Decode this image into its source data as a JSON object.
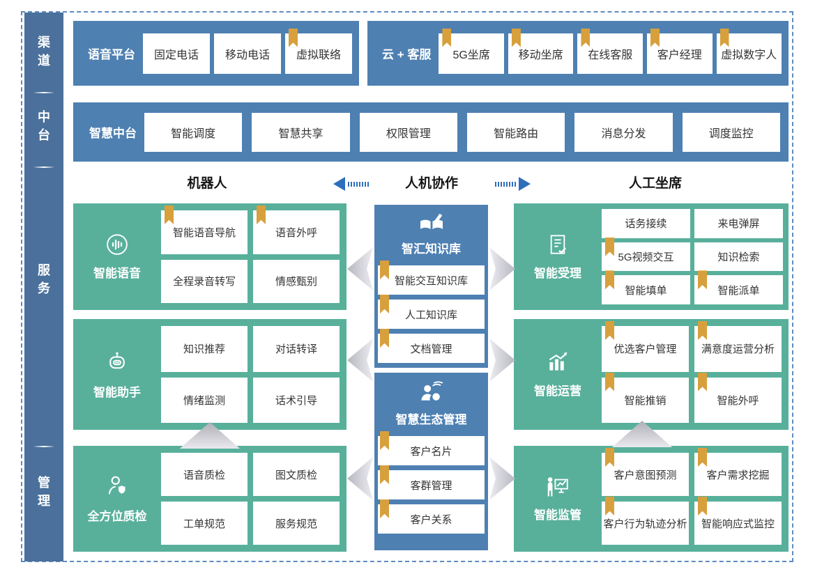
{
  "colors": {
    "row_blue": "#4e80b2",
    "sidebar_blue": "#4a709b",
    "green": "#58b09b",
    "bookmark_gold": "#d7a03c",
    "arrow_blue": "#2e6ebb",
    "frame_dash_blue": "#5d8bc0"
  },
  "sidebar": {
    "labels": [
      "渠道",
      "中台",
      "服务",
      "管理"
    ]
  },
  "channel_row": {
    "voice_platform": {
      "label": "语音平台",
      "items": [
        {
          "text": "固定电话",
          "bookmark": false
        },
        {
          "text": "移动电话",
          "bookmark": false
        },
        {
          "text": "虚拟联络",
          "bookmark": true
        }
      ]
    },
    "cloud_service": {
      "label": "云 + 客服",
      "items": [
        {
          "text": "5G坐席",
          "bookmark": true
        },
        {
          "text": "移动坐席",
          "bookmark": true
        },
        {
          "text": "在线客服",
          "bookmark": true
        },
        {
          "text": "客户经理",
          "bookmark": true
        },
        {
          "text": "虚拟数字人",
          "bookmark": true
        }
      ]
    }
  },
  "midplatform_row": {
    "label": "智慧中台",
    "items": [
      {
        "text": "智能调度"
      },
      {
        "text": "智慧共享"
      },
      {
        "text": "权限管理"
      },
      {
        "text": "智能路由"
      },
      {
        "text": "消息分发"
      },
      {
        "text": "调度监控"
      }
    ]
  },
  "collab_header": {
    "left": "机器人",
    "center": "人机协作",
    "right": "人工坐席"
  },
  "service_blocks": {
    "left": [
      {
        "label": "智能语音",
        "icon": "voice-wave-icon",
        "items": [
          {
            "text": "智能语音导航",
            "bookmark": true
          },
          {
            "text": "语音外呼",
            "bookmark": true
          },
          {
            "text": "全程录音转写",
            "bookmark": false
          },
          {
            "text": "情感甄别",
            "bookmark": false
          }
        ]
      },
      {
        "label": "智能助手",
        "icon": "robot-icon",
        "items": [
          {
            "text": "知识推荐",
            "bookmark": false
          },
          {
            "text": "对话转译",
            "bookmark": false
          },
          {
            "text": "情绪监测",
            "bookmark": false
          },
          {
            "text": "话术引导",
            "bookmark": false
          }
        ]
      },
      {
        "label": "全方位质检",
        "icon": "quality-inspector-icon",
        "items": [
          {
            "text": "语音质检",
            "bookmark": false
          },
          {
            "text": "图文质检",
            "bookmark": false
          },
          {
            "text": "工单规范",
            "bookmark": false
          },
          {
            "text": "服务规范",
            "bookmark": false
          }
        ]
      }
    ],
    "middle": [
      {
        "label": "智汇知识库",
        "icon": "knowledge-base-icon",
        "items": [
          {
            "text": "智能交互知识库",
            "bookmark": true
          },
          {
            "text": "人工知识库",
            "bookmark": true
          },
          {
            "text": "文档管理",
            "bookmark": true
          }
        ]
      },
      {
        "label": "智慧生态管理",
        "icon": "eco-management-icon",
        "items": [
          {
            "text": "客户名片",
            "bookmark": true
          },
          {
            "text": "客群管理",
            "bookmark": true
          },
          {
            "text": "客户关系",
            "bookmark": true
          }
        ]
      }
    ],
    "right": [
      {
        "label": "智能受理",
        "icon": "doc-check-icon",
        "items": [
          {
            "text": "话务接续",
            "bookmark": false
          },
          {
            "text": "来电弹屏",
            "bookmark": false
          },
          {
            "text": "5G视频交互",
            "bookmark": true
          },
          {
            "text": "知识检索",
            "bookmark": false
          },
          {
            "text": "智能填单",
            "bookmark": true
          },
          {
            "text": "智能派单",
            "bookmark": true
          }
        ]
      },
      {
        "label": "智能运营",
        "icon": "chart-growth-icon",
        "items": [
          {
            "text": "优选客户管理",
            "bookmark": true
          },
          {
            "text": "满意度运营分析",
            "bookmark": true
          },
          {
            "text": "智能推销",
            "bookmark": true
          },
          {
            "text": "智能外呼",
            "bookmark": true
          }
        ]
      },
      {
        "label": "智能监管",
        "icon": "supervision-icon",
        "items": [
          {
            "text": "客户意图预测",
            "bookmark": true
          },
          {
            "text": "客户需求挖掘",
            "bookmark": true
          },
          {
            "text": "客户行为轨迹分析",
            "bookmark": true
          },
          {
            "text": "智能响应式监控",
            "bookmark": true
          }
        ]
      }
    ]
  }
}
